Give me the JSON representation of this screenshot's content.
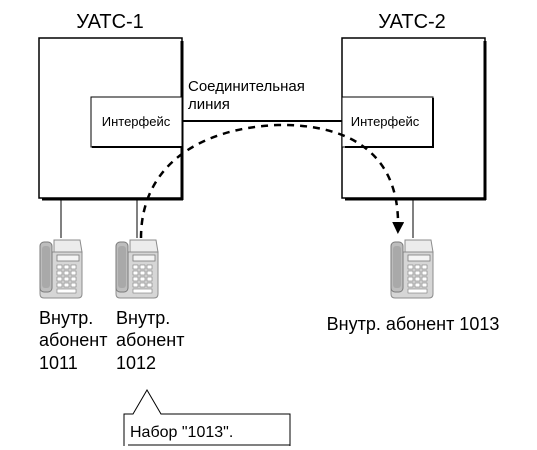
{
  "pbx1": {
    "title": "УАТС-1",
    "interface_label": "Интерфейс"
  },
  "pbx2": {
    "title": "УАТС-2",
    "interface_label": "Интерфейс"
  },
  "trunk": {
    "line1": "Соединительная",
    "line2": "линия"
  },
  "ext_1011": {
    "line1": "Внутр.",
    "line2": "абонент",
    "line3": "1011"
  },
  "ext_1012": {
    "line1": "Внутр.",
    "line2": "абонент",
    "line3": "1012"
  },
  "ext_1013": {
    "label": "Внутр. абонент 1013"
  },
  "callout": {
    "text": "Набор \"1013\"."
  }
}
